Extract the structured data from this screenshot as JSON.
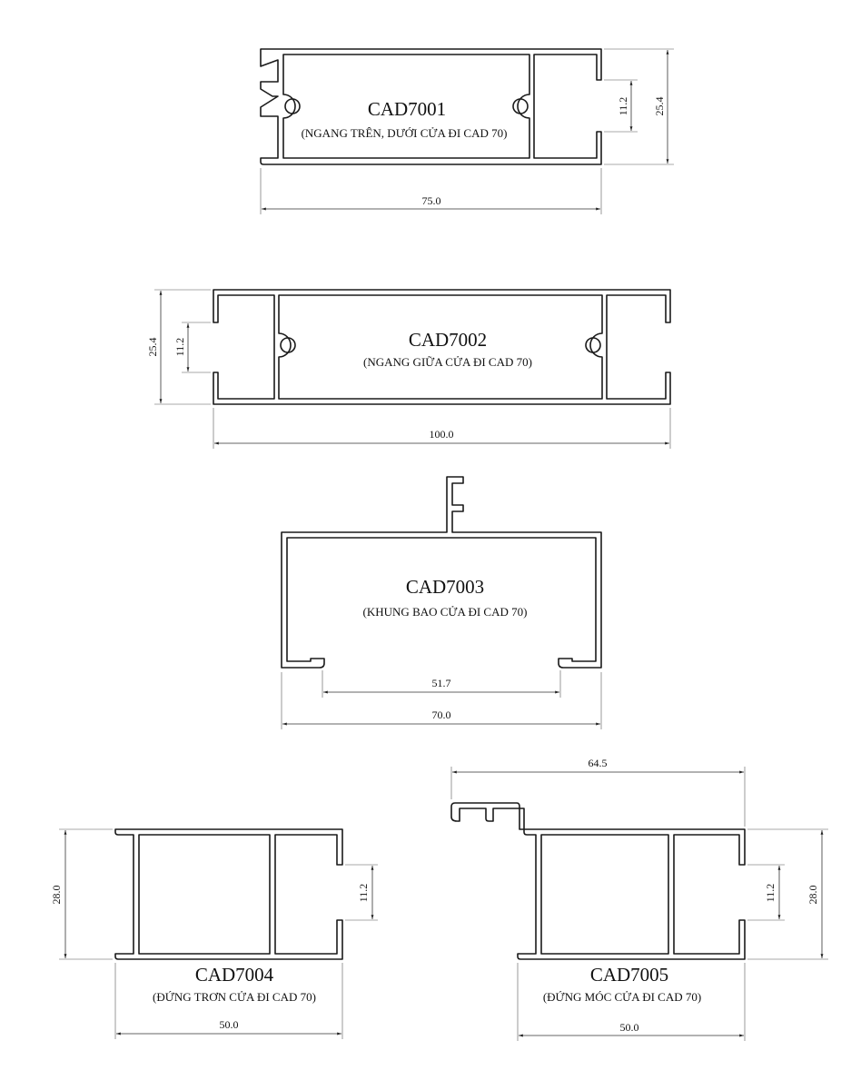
{
  "profiles": [
    {
      "code": "CAD7001",
      "description": "(NGANG TRÊN, DƯỚI CỬA ĐI CAD 70)",
      "dims": {
        "width": "75.0",
        "height": "25.4",
        "opening": "11.2"
      }
    },
    {
      "code": "CAD7002",
      "description": "(NGANG GIỮA CỬA ĐI CAD 70)",
      "dims": {
        "width": "100.0",
        "height": "25.4",
        "opening": "11.2"
      }
    },
    {
      "code": "CAD7003",
      "description": "(KHUNG BAO CỬA ĐI CAD 70)",
      "dims": {
        "width": "70.0",
        "inner": "51.7"
      }
    },
    {
      "code": "CAD7004",
      "description": "(ĐỨNG TRƠN CỬA ĐI CAD 70)",
      "dims": {
        "width": "50.0",
        "height": "28.0",
        "opening": "11.2"
      }
    },
    {
      "code": "CAD7005",
      "description": "(ĐỨNG MÓC CỬA ĐI CAD 70)",
      "dims": {
        "width": "50.0",
        "height": "28.0",
        "opening": "11.2",
        "overall": "64.5"
      }
    }
  ]
}
